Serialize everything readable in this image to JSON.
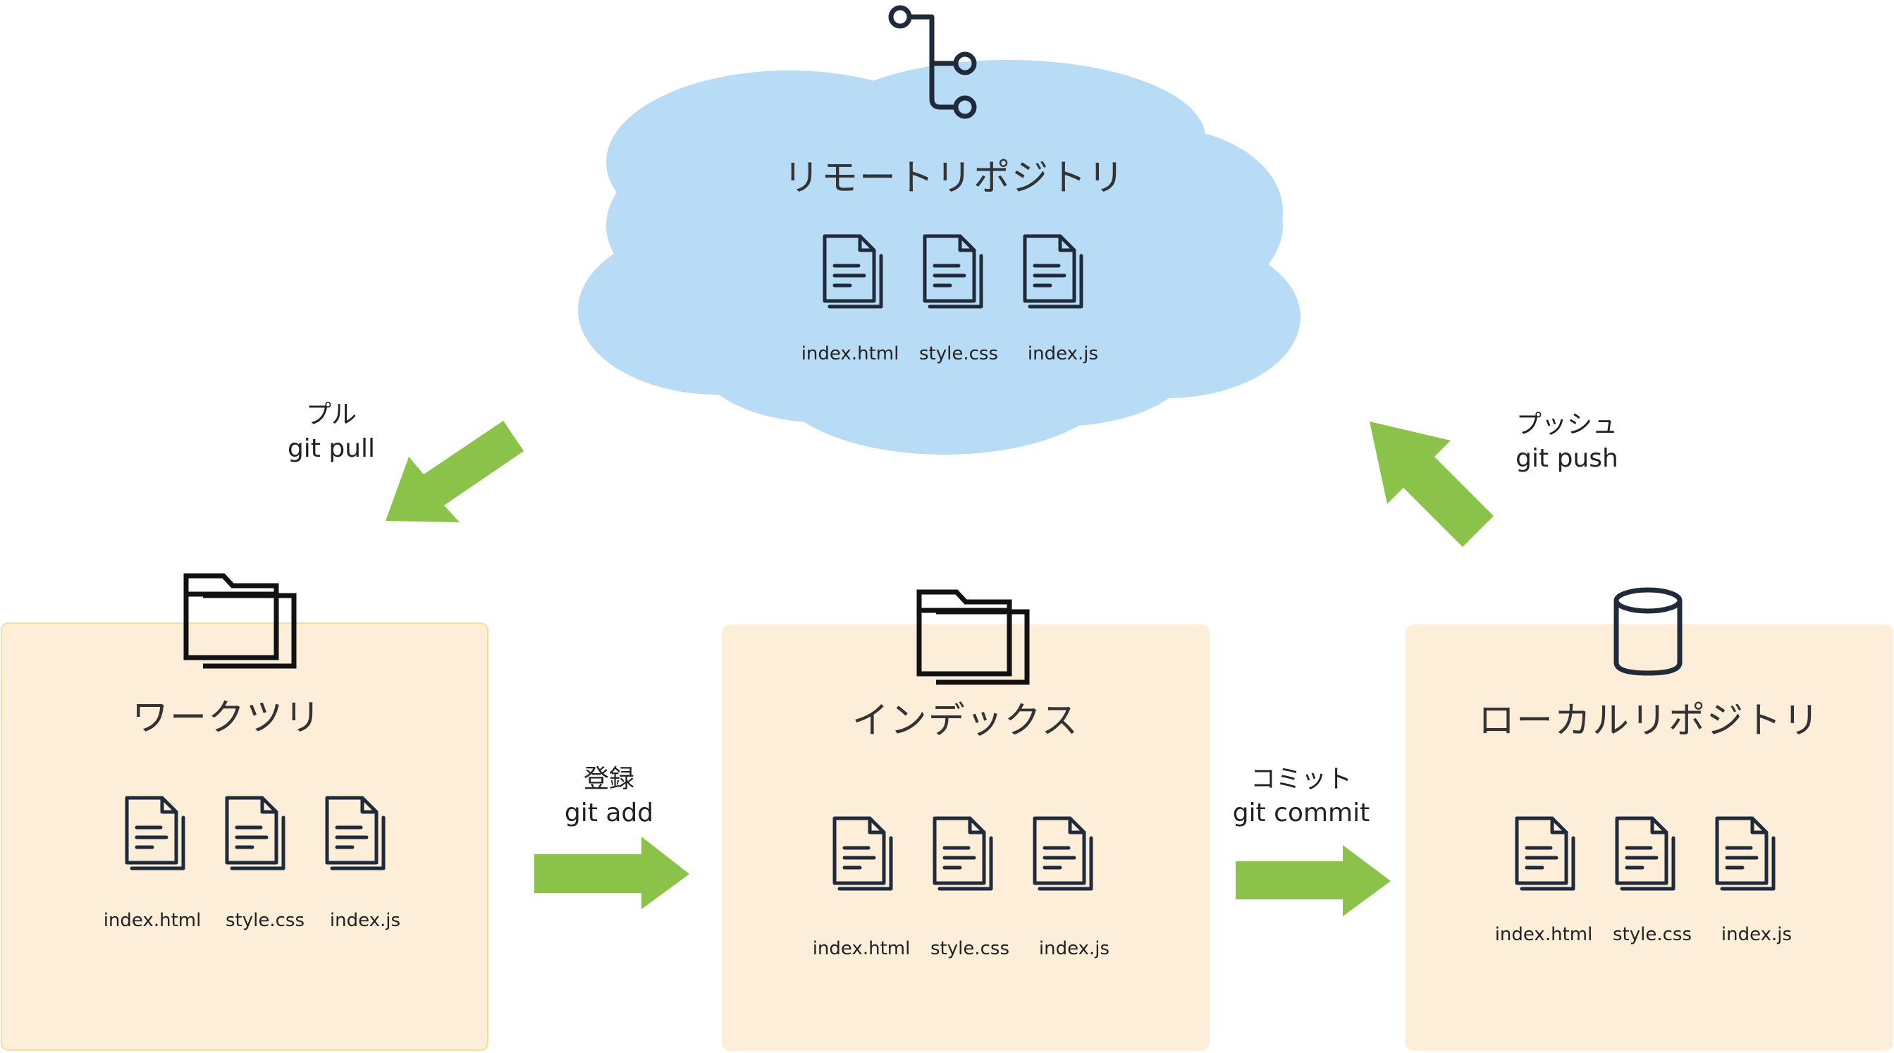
{
  "remote": {
    "title": "リモートリポジトリ",
    "files": [
      "index.html",
      "style.css",
      "index.js"
    ]
  },
  "worktree": {
    "title": "ワークツリ",
    "files": [
      "index.html",
      "style.css",
      "index.js"
    ]
  },
  "index": {
    "title": "インデックス",
    "files": [
      "index.html",
      "style.css",
      "index.js"
    ]
  },
  "local": {
    "title": "ローカルリポジトリ",
    "files": [
      "index.html",
      "style.css",
      "index.js"
    ]
  },
  "operations": {
    "pull": {
      "jp": "プル",
      "cmd": "git pull"
    },
    "push": {
      "jp": "プッシュ",
      "cmd": "git push"
    },
    "add": {
      "jp": "登録",
      "cmd": "git add"
    },
    "commit": {
      "jp": "コミット",
      "cmd": "git commit"
    }
  },
  "icons": {
    "remote": "git-branch-icon",
    "worktree": "folder-icon",
    "index": "folder-icon",
    "local": "database-icon",
    "file": "document-icon"
  },
  "colors": {
    "cloud": "#b8dcf6",
    "panel": "#fdeeda",
    "panel_border_worktree": "#f6df9c",
    "arrow": "#8bc34a",
    "icon_stroke": "#1f2a3a"
  }
}
